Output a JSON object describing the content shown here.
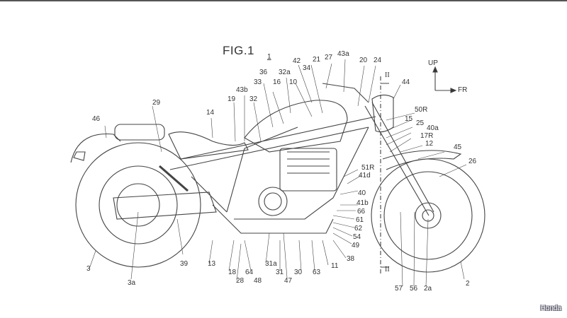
{
  "figure": {
    "title": "FIG.1",
    "reference_numeral": "1",
    "section_marker": "II",
    "direction_up": "UP",
    "direction_front": "FR",
    "watermark": "Honda"
  },
  "labels": [
    {
      "id": "46",
      "text": "46"
    },
    {
      "id": "29",
      "text": "29"
    },
    {
      "id": "14",
      "text": "14"
    },
    {
      "id": "19",
      "text": "19"
    },
    {
      "id": "43b",
      "text": "43b"
    },
    {
      "id": "32",
      "text": "32"
    },
    {
      "id": "33",
      "text": "33"
    },
    {
      "id": "36",
      "text": "36"
    },
    {
      "id": "16",
      "text": "16"
    },
    {
      "id": "32a",
      "text": "32a"
    },
    {
      "id": "10",
      "text": "10"
    },
    {
      "id": "42",
      "text": "42"
    },
    {
      "id": "34",
      "text": "34"
    },
    {
      "id": "21",
      "text": "21"
    },
    {
      "id": "27",
      "text": "27"
    },
    {
      "id": "43a",
      "text": "43a"
    },
    {
      "id": "20",
      "text": "20"
    },
    {
      "id": "24",
      "text": "24"
    },
    {
      "id": "44",
      "text": "44"
    },
    {
      "id": "50R",
      "text": "50R"
    },
    {
      "id": "15",
      "text": "15"
    },
    {
      "id": "25",
      "text": "25"
    },
    {
      "id": "40a",
      "text": "40a"
    },
    {
      "id": "17R",
      "text": "17R"
    },
    {
      "id": "12",
      "text": "12"
    },
    {
      "id": "45",
      "text": "45"
    },
    {
      "id": "26",
      "text": "26"
    },
    {
      "id": "51R",
      "text": "51R"
    },
    {
      "id": "41d",
      "text": "41d"
    },
    {
      "id": "40",
      "text": "40"
    },
    {
      "id": "41b",
      "text": "41b"
    },
    {
      "id": "66",
      "text": "66"
    },
    {
      "id": "61",
      "text": "61"
    },
    {
      "id": "62",
      "text": "62"
    },
    {
      "id": "54",
      "text": "54"
    },
    {
      "id": "49",
      "text": "49"
    },
    {
      "id": "38",
      "text": "38"
    },
    {
      "id": "11",
      "text": "11"
    },
    {
      "id": "63",
      "text": "63"
    },
    {
      "id": "30",
      "text": "30"
    },
    {
      "id": "47",
      "text": "47"
    },
    {
      "id": "31",
      "text": "31"
    },
    {
      "id": "31a",
      "text": "31a"
    },
    {
      "id": "48",
      "text": "48"
    },
    {
      "id": "64",
      "text": "64"
    },
    {
      "id": "28",
      "text": "28"
    },
    {
      "id": "18",
      "text": "18"
    },
    {
      "id": "13",
      "text": "13"
    },
    {
      "id": "39",
      "text": "39"
    },
    {
      "id": "3",
      "text": "3"
    },
    {
      "id": "3a",
      "text": "3a"
    },
    {
      "id": "57",
      "text": "57"
    },
    {
      "id": "56",
      "text": "56"
    },
    {
      "id": "2a",
      "text": "2a"
    },
    {
      "id": "2",
      "text": "2"
    }
  ]
}
